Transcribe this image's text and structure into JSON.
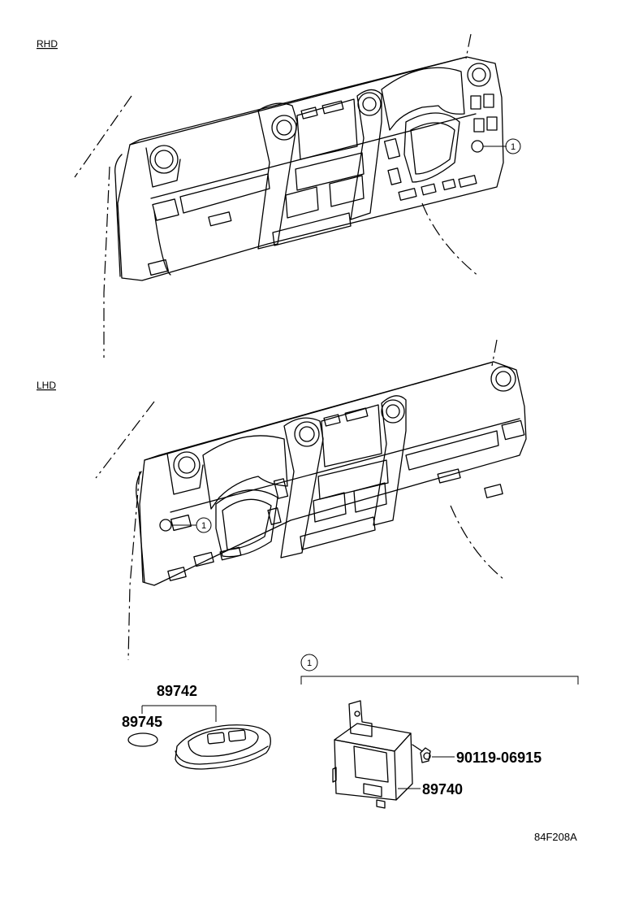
{
  "labels": {
    "rhd": "RHD",
    "lhd": "LHD",
    "figure_code": "84F208A"
  },
  "callouts": {
    "rhd_ref": "1",
    "lhd_ref": "1",
    "group_ref": "1"
  },
  "parts": {
    "key_assembly": "89742",
    "battery": "89745",
    "bolt": "90119-06915",
    "receiver": "89740"
  }
}
